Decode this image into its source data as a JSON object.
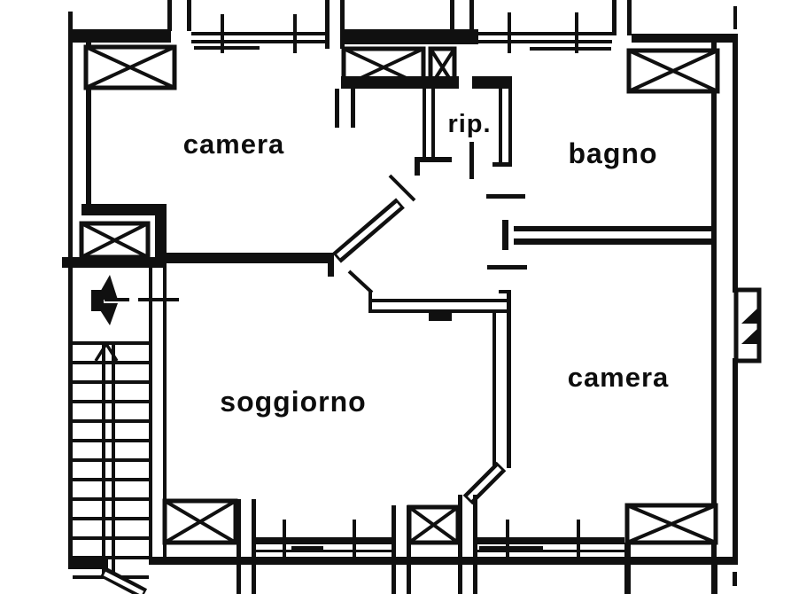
{
  "drawing": {
    "type": "apartment floor plan (scanned black-and-white architectural drawing)",
    "colors": {
      "ink": "#101010",
      "paper": "#ffffff"
    },
    "rooms": [
      {
        "id": "camera-top-left",
        "label": "camera"
      },
      {
        "id": "ripostiglio",
        "label": "rip."
      },
      {
        "id": "bagno",
        "label": "bagno"
      },
      {
        "id": "soggiorno",
        "label": "soggiorno"
      },
      {
        "id": "camera-bottom-right",
        "label": "camera"
      }
    ],
    "symbols": {
      "pillar": "x-crossed structural column box",
      "window": "double-line opening with mullion tick marks",
      "stairs": "double-flight staircase with central stringer",
      "door": "wall gap with thin swing dash",
      "entry_door": "pennant/arrow door symbol on landing",
      "flue": "wall recess with two black wedges"
    }
  }
}
